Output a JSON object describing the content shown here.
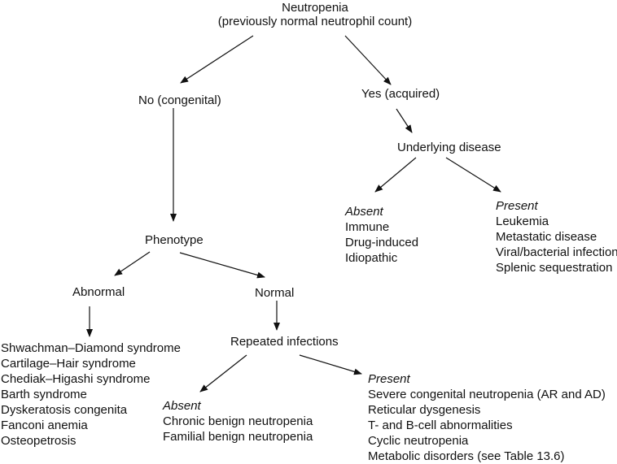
{
  "diagram": {
    "root": {
      "title": "Neutropenia",
      "subtitle": "(previously normal neutrophil count)"
    },
    "branches": {
      "no": "No (congenital)",
      "yes": "Yes (acquired)"
    },
    "acquired": {
      "underlying": "Underlying disease",
      "absent": {
        "heading": "Absent",
        "items": [
          "Immune",
          "Drug-induced",
          "Idiopathic"
        ]
      },
      "present": {
        "heading": "Present",
        "items": [
          "Leukemia",
          "Metastatic disease",
          "Viral/bacterial infection",
          "Splenic sequestration"
        ]
      }
    },
    "congenital": {
      "phenotype": "Phenotype",
      "abnormal": {
        "label": "Abnormal",
        "items": [
          "Shwachman–Diamond syndrome",
          "Cartilage–Hair syndrome",
          "Chediak–Higashi syndrome",
          "Barth syndrome",
          "Dyskeratosis congenita",
          "Fanconi anemia",
          "Osteopetrosis"
        ]
      },
      "normal": {
        "label": "Normal",
        "repeated": "Repeated infections",
        "absent": {
          "heading": "Absent",
          "items": [
            "Chronic benign neutropenia",
            "Familial benign neutropenia"
          ]
        },
        "present": {
          "heading": "Present",
          "items": [
            "Severe congenital neutropenia (AR and AD)",
            "Reticular dysgenesis",
            "T- and B-cell abnormalities",
            "Cyclic neutropenia",
            "Metabolic disorders (see Table 13.6)"
          ]
        }
      }
    }
  }
}
